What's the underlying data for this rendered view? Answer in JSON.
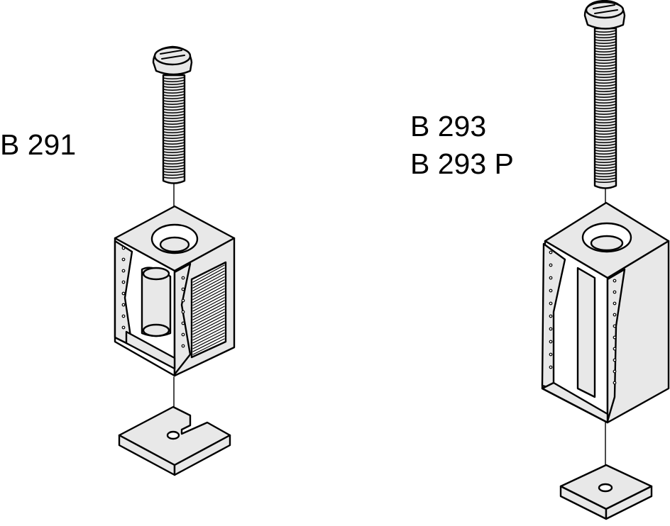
{
  "labels": {
    "left": "B 291",
    "right_line1": "B 293",
    "right_line2": "B 293 P"
  },
  "colors": {
    "fill": "#e8e8e8",
    "stroke": "#000000",
    "background": "#ffffff"
  }
}
